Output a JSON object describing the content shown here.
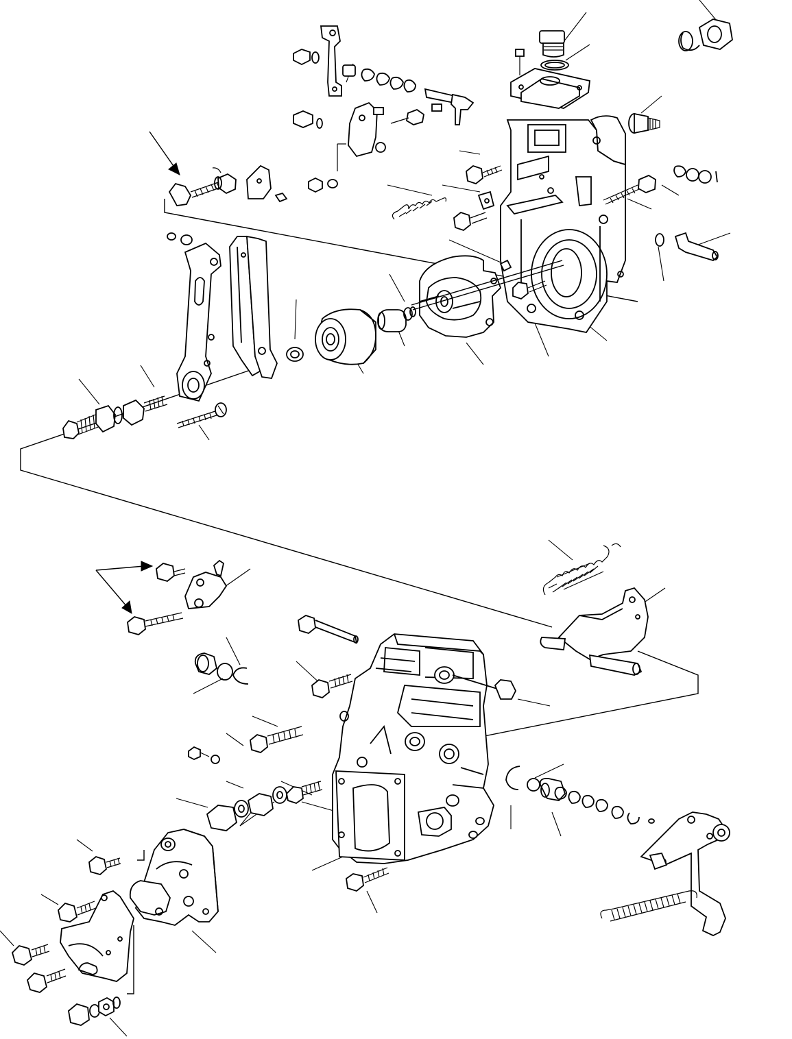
{
  "figure": {
    "type": "exploded-parts-diagram",
    "colors": {
      "line": "#000000",
      "background": "#ffffff"
    },
    "callout_arrows": 3,
    "upper_assembly": "governor-housing",
    "lower_assembly": "pump-housing"
  }
}
